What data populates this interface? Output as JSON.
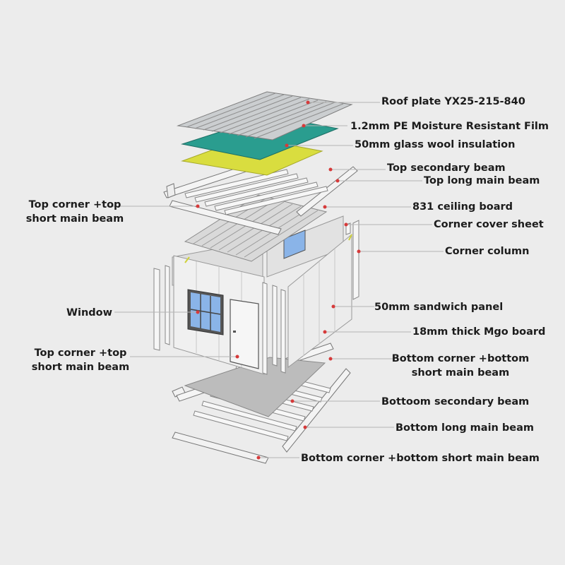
{
  "labels": {
    "roof_plate": "Roof plate  YX25-215-840",
    "pe_film": "1.2mm PE Moisture Resistant Film",
    "glass_wool": "50mm glass wool insulation",
    "top_secondary_beam": "Top secondary beam",
    "top_long_main_beam": "Top long main beam",
    "top_corner_left": "Top corner +top\nshort main beam",
    "ceiling_board": "831 ceiling board",
    "corner_cover_sheet": "Corner cover sheet",
    "corner_column": "Corner column",
    "window": "Window",
    "sandwich_panel": "50mm sandwich panel",
    "mgo_board": "18mm thick Mgo board",
    "top_corner_lower_left": "Top corner +top\nshort main beam",
    "bottom_corner_right": "Bottom corner +bottom\nshort main beam",
    "bottom_secondary_beam": "Bottoom secondary beam",
    "bottom_long_main_beam": "Bottom long main beam",
    "bottom_corner_full": "Bottom corner +bottom short main beam"
  },
  "colors": {
    "background": "#ececec",
    "roof": "#c9ccce",
    "film": "#2a9d8f",
    "insulation": "#d9dd3f",
    "beam": "#f4f4f4",
    "wall": "#e6e6e6",
    "floor": "#b9b9b9",
    "window": "#8ab4e8",
    "leader_line": "#b5b5b5",
    "marker": "#d63a3a"
  }
}
